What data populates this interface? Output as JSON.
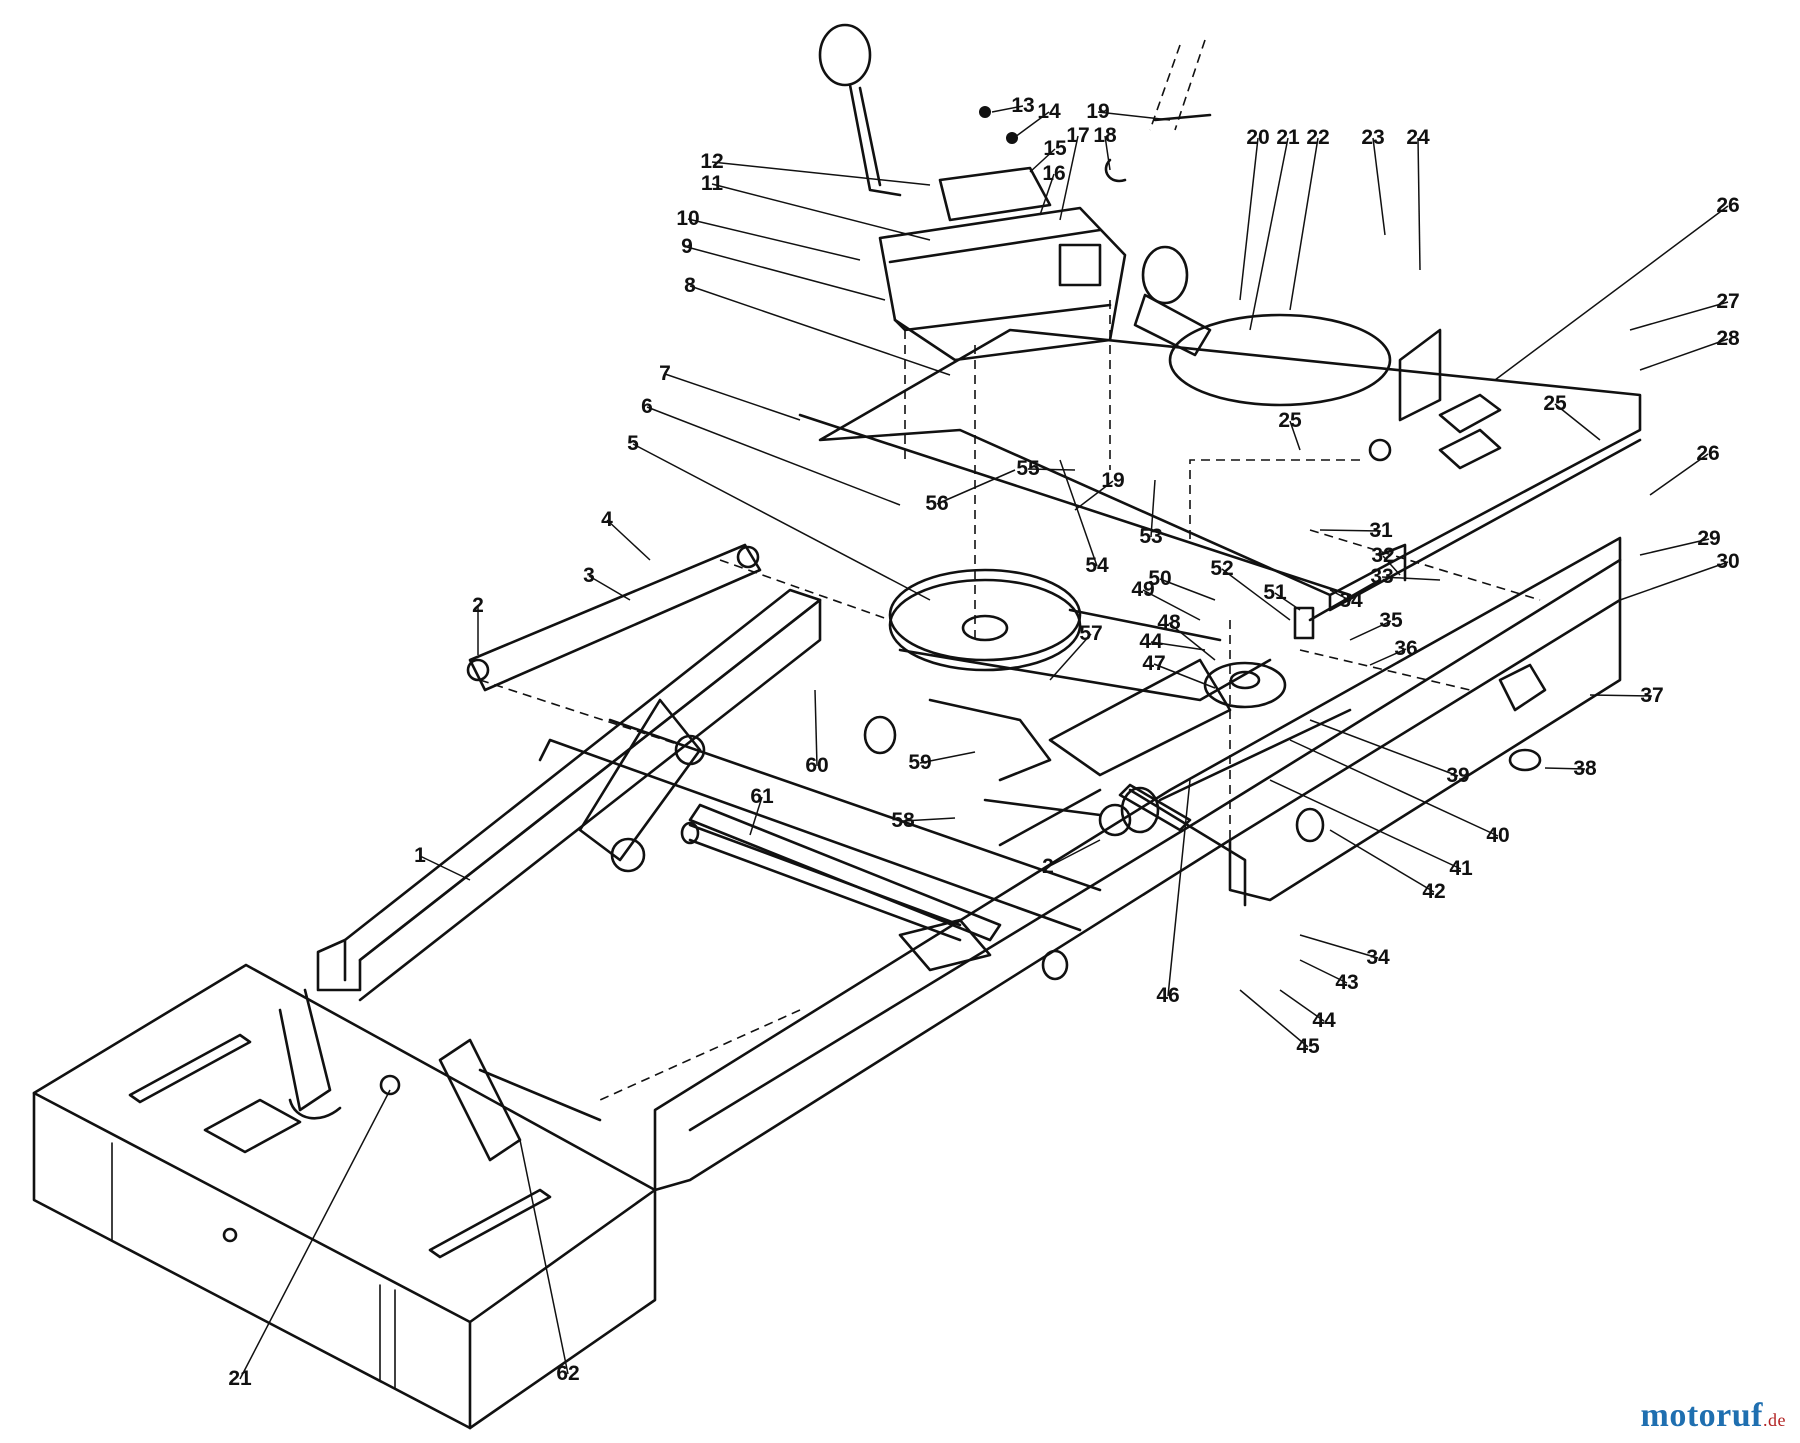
{
  "diagram": {
    "labels": [
      "1",
      "2",
      "3",
      "4",
      "5",
      "6",
      "7",
      "8",
      "9",
      "10",
      "11",
      "12",
      "13",
      "14",
      "15",
      "16",
      "17",
      "18",
      "19",
      "20",
      "21",
      "22",
      "23",
      "24",
      "25",
      "26",
      "27",
      "28",
      "29",
      "30",
      "31",
      "32",
      "33",
      "34",
      "35",
      "36",
      "37",
      "38",
      "39",
      "40",
      "41",
      "42",
      "43",
      "44",
      "45",
      "46",
      "47",
      "48",
      "49",
      "50",
      "51",
      "52",
      "53",
      "54",
      "55",
      "56",
      "57",
      "58",
      "59",
      "60",
      "61",
      "62"
    ]
  },
  "watermark": {
    "brand": "motoruf",
    "suffix": ".de",
    "colors": {
      "brand": "#1f6fb0",
      "suffix": "#b22222"
    }
  }
}
